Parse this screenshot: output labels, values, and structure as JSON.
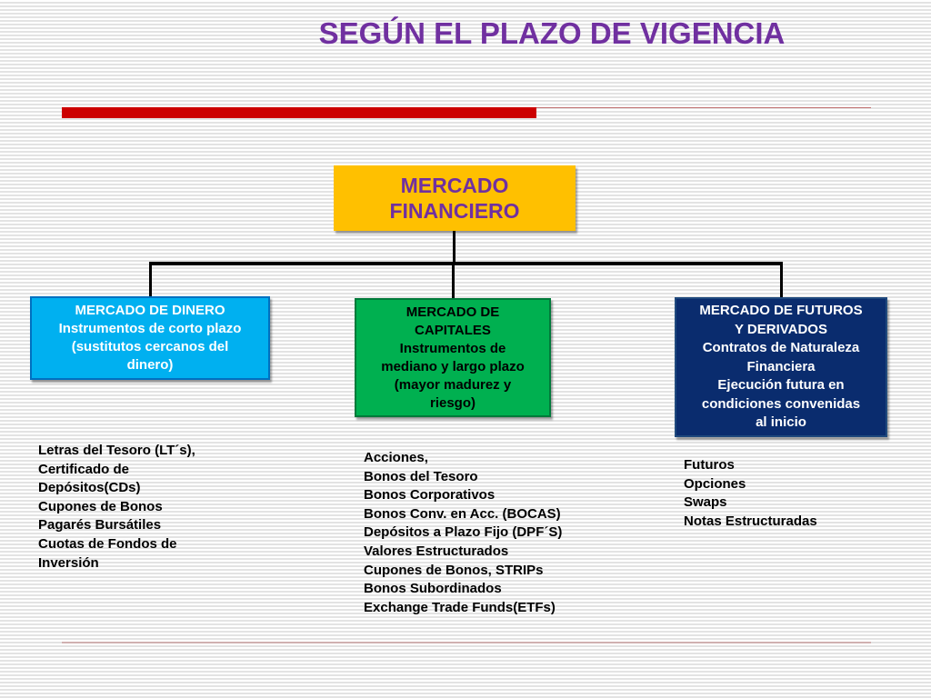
{
  "title": "SEGÚN EL PLAZO DE VIGENCIA",
  "colors": {
    "title": "#7030a0",
    "root_box": "#ffc000",
    "dinero_box": "#00b0f0",
    "capitales_box": "#00b050",
    "futuros_box": "#0a2c6e",
    "accent_bar": "#cc0000"
  },
  "root": {
    "line1": "MERCADO",
    "line2": "FINANCIERO"
  },
  "branches": {
    "dinero": {
      "lines": [
        "MERCADO DE DINERO",
        "Instrumentos de corto plazo",
        "(sustitutos cercanos del",
        "dinero)"
      ],
      "items": [
        "Letras del Tesoro (LT´s),",
        "Certificado de",
        "Depósitos(CDs)",
        "Cupones de Bonos",
        "Pagarés Bursátiles",
        "Cuotas de Fondos de",
        "Inversión"
      ]
    },
    "capitales": {
      "lines": [
        "MERCADO DE",
        "CAPITALES",
        "Instrumentos de",
        "mediano y largo plazo",
        "(mayor madurez y",
        "riesgo)"
      ],
      "items": [
        "Acciones,",
        "Bonos del Tesoro",
        "Bonos Corporativos",
        "Bonos Conv. en Acc. (BOCAS)",
        "Depósitos a Plazo Fijo (DPF´S)",
        "Valores Estructurados",
        "Cupones de Bonos, STRIPs",
        "Bonos Subordinados",
        "Exchange Trade Funds(ETFs)"
      ]
    },
    "futuros": {
      "lines": [
        "MERCADO DE FUTUROS",
        "Y DERIVADOS",
        "Contratos de Naturaleza",
        "Financiera",
        "Ejecución futura en",
        "condiciones convenidas",
        "al inicio"
      ],
      "items": [
        "Futuros",
        "Opciones",
        "Swaps",
        "Notas Estructuradas"
      ]
    }
  }
}
